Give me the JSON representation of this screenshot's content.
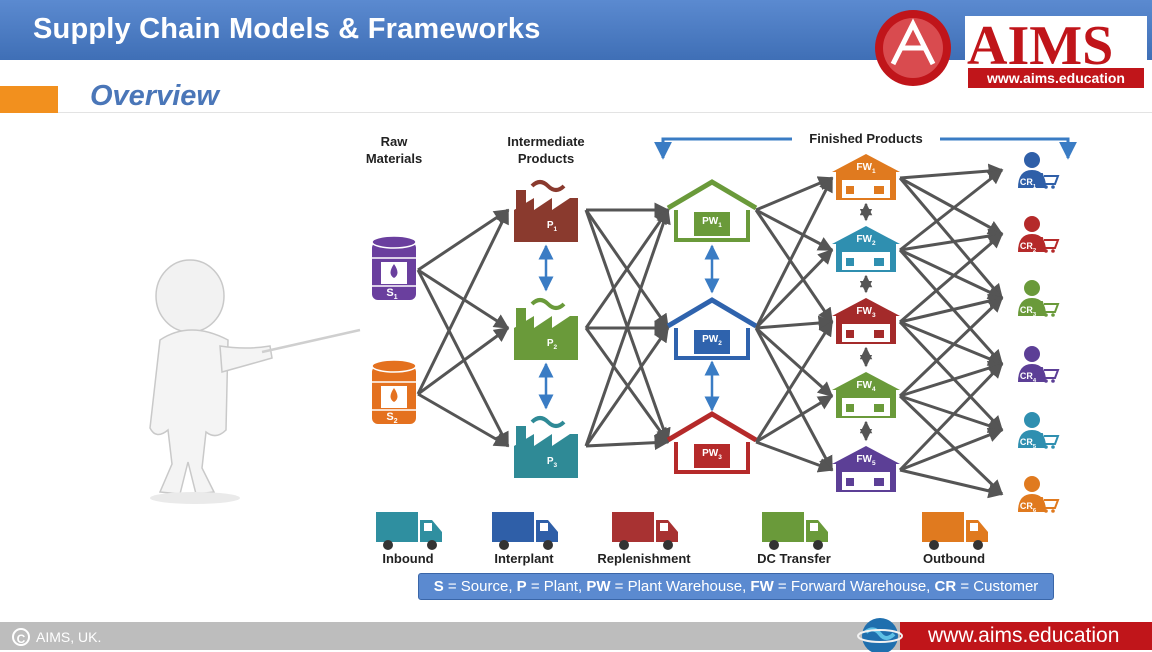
{
  "header": {
    "title": "Supply Chain Models & Frameworks"
  },
  "logo": {
    "name": "AIMS",
    "url": "www.aims.education"
  },
  "subtitle": "Overview",
  "diagram": {
    "columns": {
      "raw": {
        "line1": "Raw",
        "line2": "Materials"
      },
      "intermediate": {
        "line1": "Intermediate",
        "line2": "Products"
      },
      "finished": "Finished Products"
    },
    "sources": [
      {
        "label": "S",
        "sub": "1",
        "color": "#6a3f9e"
      },
      {
        "label": "S",
        "sub": "2",
        "color": "#e4711f"
      }
    ],
    "plants": [
      {
        "label": "P",
        "sub": "1",
        "color": "#8a3a2e"
      },
      {
        "label": "P",
        "sub": "2",
        "color": "#6a9a3a"
      },
      {
        "label": "P",
        "sub": "3",
        "color": "#2f8a96"
      }
    ],
    "plant_warehouses": [
      {
        "label": "PW",
        "sub": "1",
        "color": "#6a9a3a"
      },
      {
        "label": "PW",
        "sub": "2",
        "color": "#2f63ad"
      },
      {
        "label": "PW",
        "sub": "3",
        "color": "#b52a2a"
      }
    ],
    "forward_warehouses": [
      {
        "label": "FW",
        "sub": "1",
        "color": "#e07a1f"
      },
      {
        "label": "FW",
        "sub": "2",
        "color": "#2f8fb0"
      },
      {
        "label": "FW",
        "sub": "3",
        "color": "#a42a2a"
      },
      {
        "label": "FW",
        "sub": "4",
        "color": "#6a9a3a"
      },
      {
        "label": "FW",
        "sub": "5",
        "color": "#5c3f96"
      }
    ],
    "customers": [
      {
        "label": "CR",
        "sub": "1",
        "color": "#2f5fa8"
      },
      {
        "label": "CR",
        "sub": "2",
        "color": "#b52a2a"
      },
      {
        "label": "CR",
        "sub": "3",
        "color": "#6a9a3a"
      },
      {
        "label": "CR",
        "sub": "4",
        "color": "#5c3f96"
      },
      {
        "label": "CR",
        "sub": "5",
        "color": "#2f8fb0"
      },
      {
        "label": "CR",
        "sub": "6",
        "color": "#e07a1f"
      }
    ],
    "trucks": [
      {
        "label": "Inbound",
        "color": "#2f8fa0"
      },
      {
        "label": "Interplant",
        "color": "#2f5fa8"
      },
      {
        "label": "Replenishment",
        "color": "#a83232"
      },
      {
        "label": "DC Transfer",
        "color": "#6a9a3a"
      },
      {
        "label": "Outbound",
        "color": "#e07a1f"
      }
    ]
  },
  "legend": [
    {
      "abbr": "S",
      "text": " = Source, "
    },
    {
      "abbr": "P",
      "text": " = Plant, "
    },
    {
      "abbr": "PW",
      "text": " = Plant Warehouse, "
    },
    {
      "abbr": "FW",
      "text": " = Forward Warehouse, "
    },
    {
      "abbr": "CR",
      "text": " = Customer"
    }
  ],
  "footer": {
    "copyright": "AIMS, UK.",
    "copyright_symbol": "C",
    "url": "www.aims.education"
  },
  "colors": {
    "header_blue": "#4a7cc4",
    "accent_orange": "#f2901e",
    "arrow_gray": "#555555",
    "link_blue": "#3a7cc4",
    "brand_red": "#c0151a"
  }
}
